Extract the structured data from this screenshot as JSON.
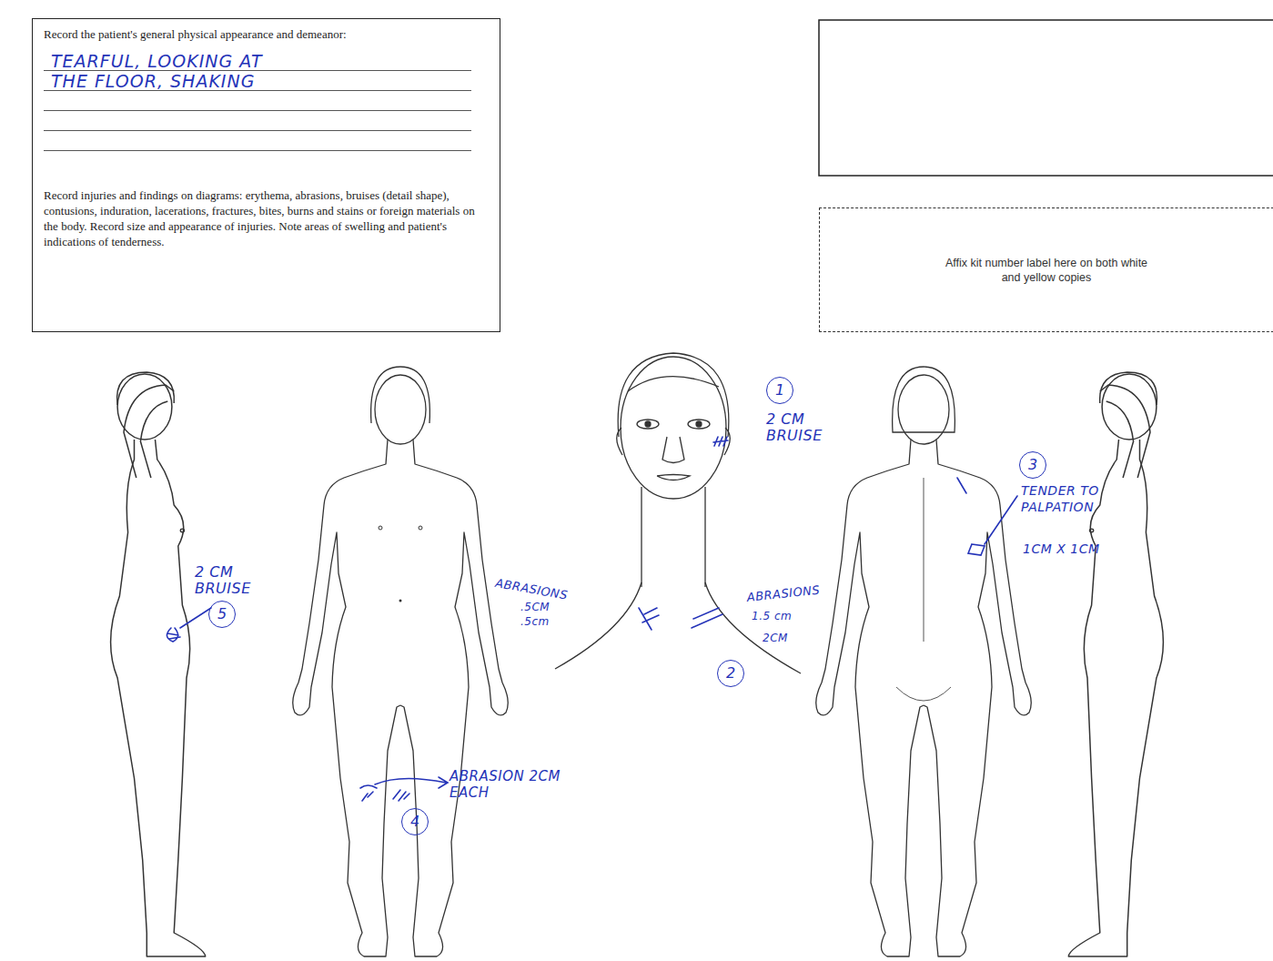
{
  "diagram": {
    "nodes": [
      {
        "text": [
          "Record the patient's general physical appearance and demeanor:",
          "TEARFUL, LOOKING AT THE FLOOR, SHAKING",
          "Record injuries and findings on diagrams: erythema, abrasions, bruises (detail shape), contusions, induration, lacerations, fractures, bites, burns and stains or foreign materials on the body. Record size and appearance of injuries. Note areas of swelling and patient's indications of tenderness."
        ]
      },
      {
        "text": [
          "Affix kit number label here on both white and yellow copies"
        ]
      },
      {
        "text": [
          "1"
        ]
      },
      {
        "text": [
          "3"
        ]
      },
      {
        "text": [
          "5"
        ]
      },
      {
        "text": [
          "2"
        ]
      },
      {
        "text": [
          "4"
        ]
      }
    ],
    "labels": [
      "2 CM BRUISE",
      "TENDER TO PALPATION",
      "1CM X 1CM",
      "2 CM BRUISE",
      "ABRASIONS",
      ".5CM",
      ".5cm",
      "ABRASIONS",
      "1.5 cm",
      "2CM",
      "ABRASION 2CM EACH"
    ]
  }
}
